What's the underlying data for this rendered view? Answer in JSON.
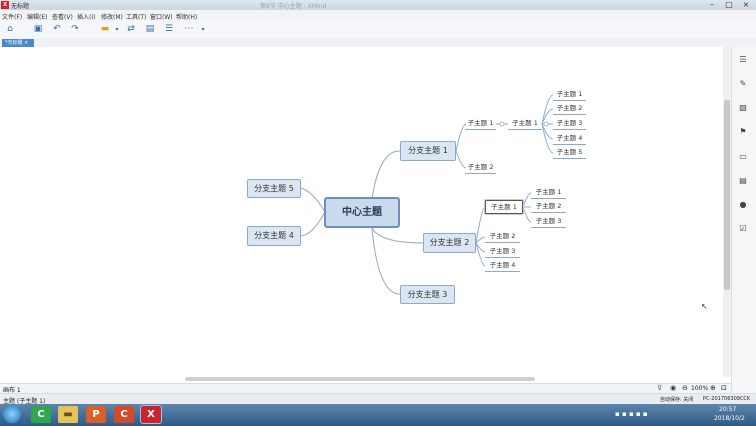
{
  "window": {
    "title": "无标题",
    "blurred_title": "第8节 中心主题 - XMind"
  },
  "menu": [
    "文件(F)",
    "编辑(E)",
    "查看(V)",
    "插入(I)",
    "修改(M)",
    "工具(T)",
    "窗口(W)",
    "帮助(H)"
  ],
  "tab": {
    "label": "*无标题"
  },
  "mindmap": {
    "center": "中心主题",
    "branches": [
      "分支主题 1",
      "分支主题 2",
      "分支主题 3",
      "分支主题 4",
      "分支主题 5"
    ],
    "b1_children": [
      "子主题 1",
      "子主题 2"
    ],
    "b1_grandchild": "子主题 1",
    "b1_leaves": [
      "子主题 1",
      "子主题 2",
      "子主题 3",
      "子主题 4",
      "子主题 5"
    ],
    "b2_children": [
      "子主题 1",
      "子主题 2",
      "子主题 3",
      "子主题 4"
    ],
    "b2_leaves": [
      "子主题 1",
      "子主题 2",
      "子主题 3"
    ]
  },
  "status": {
    "sheet": "画布 1",
    "selection": "主题 (子主题 1)",
    "zoom": "100%",
    "autosave": "自动保存: 关闭",
    "computer": "PC-201706309CCK"
  },
  "taskbar": {
    "time": "20:57",
    "date": "2018/10/2"
  },
  "colors": {
    "branch_fill": "#dbe6f3",
    "border": "#8ea9c8",
    "accent": "#4a88c8"
  }
}
